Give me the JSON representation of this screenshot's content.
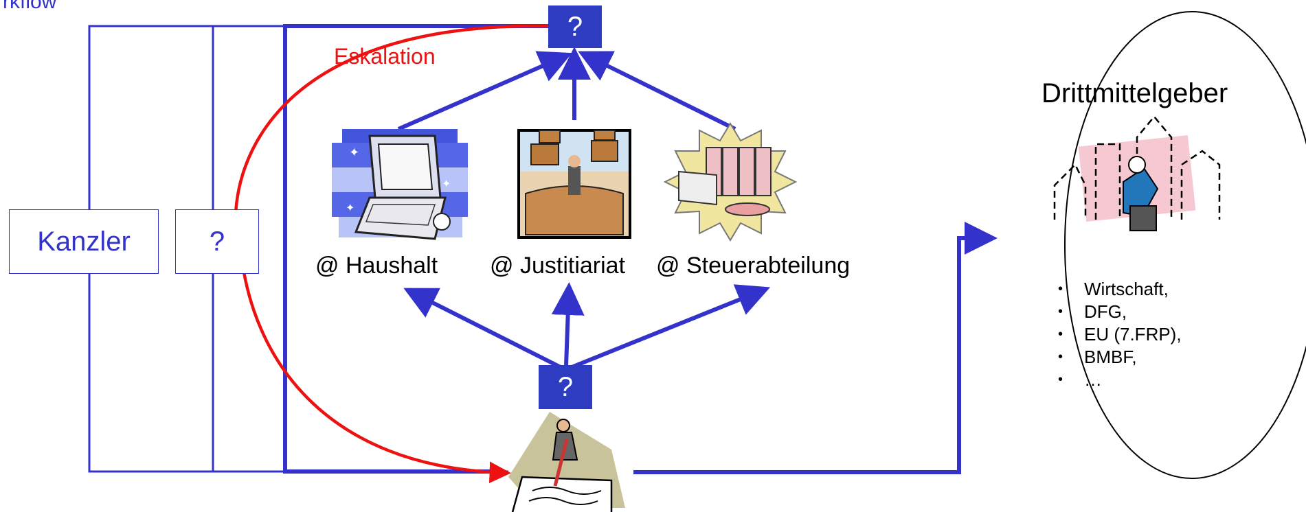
{
  "header_fragment": "rkflow",
  "colors": {
    "blue": "#3333cc",
    "dark_blue": "#2e3cc2",
    "red": "#ee1111"
  },
  "kanzler": {
    "label": "Kanzler"
  },
  "unknown_box": {
    "label": "?"
  },
  "top_node": {
    "label": "?"
  },
  "bottom_node": {
    "label": "?"
  },
  "escalation": {
    "label": "Eskalation"
  },
  "departments": [
    {
      "label": "@ Haushalt",
      "icon": "laptop-icon"
    },
    {
      "label": "@ Justitiariat",
      "icon": "legal-department-icon"
    },
    {
      "label": "@ Steuerabteilung",
      "icon": "binders-icon"
    }
  ],
  "funder": {
    "title": "Drittmittelgeber",
    "icon": "city-businessman-icon",
    "items": [
      "Wirtschaft,",
      "DFG,",
      "EU (7.FRP),",
      "BMBF,",
      "…"
    ]
  },
  "writer_icon": "person-writing-icon"
}
